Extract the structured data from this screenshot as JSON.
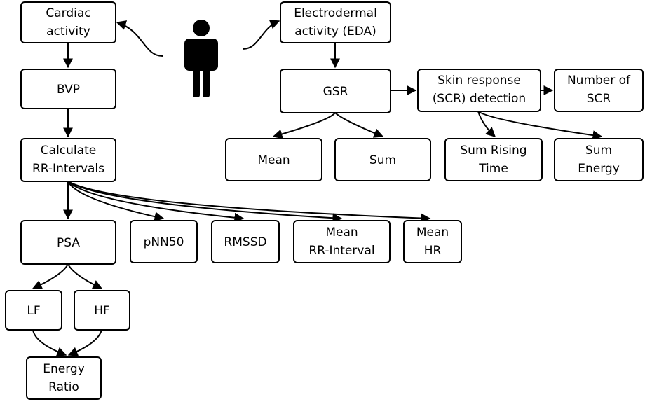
{
  "nodes": {
    "cardiac": {
      "lines": [
        "Cardiac",
        "activity"
      ]
    },
    "eda": {
      "lines": [
        "Electrodermal",
        "activity (EDA)"
      ]
    },
    "bvp": {
      "lines": [
        "BVP"
      ]
    },
    "gsr": {
      "lines": [
        "GSR"
      ]
    },
    "scr_detect": {
      "lines": [
        "Skin response",
        "(SCR) detection"
      ]
    },
    "num_scr": {
      "lines": [
        "Number of",
        "SCR"
      ]
    },
    "rr": {
      "lines": [
        "Calculate",
        "RR-Intervals"
      ]
    },
    "mean": {
      "lines": [
        "Mean"
      ]
    },
    "sum": {
      "lines": [
        "Sum"
      ]
    },
    "sum_rising": {
      "lines": [
        "Sum Rising",
        "Time"
      ]
    },
    "sum_energy": {
      "lines": [
        "Sum",
        "Energy"
      ]
    },
    "psa": {
      "lines": [
        "PSA"
      ]
    },
    "pnn50": {
      "lines": [
        "pNN50"
      ]
    },
    "rmssd": {
      "lines": [
        "RMSSD"
      ]
    },
    "mean_rr": {
      "lines": [
        "Mean",
        "RR-Interval"
      ]
    },
    "mean_hr": {
      "lines": [
        "Mean",
        "HR"
      ]
    },
    "lf": {
      "lines": [
        "LF"
      ]
    },
    "hf": {
      "lines": [
        "HF"
      ]
    },
    "energy": {
      "lines": [
        "Energy",
        "Ratio"
      ]
    }
  },
  "edges": [
    [
      "cardiac",
      "bvp"
    ],
    [
      "bvp",
      "rr"
    ],
    [
      "eda",
      "gsr"
    ],
    [
      "gsr",
      "scr_detect"
    ],
    [
      "scr_detect",
      "num_scr"
    ],
    [
      "gsr",
      "mean"
    ],
    [
      "gsr",
      "sum"
    ],
    [
      "scr_detect",
      "sum_rising"
    ],
    [
      "scr_detect",
      "sum_energy"
    ],
    [
      "rr",
      "psa"
    ],
    [
      "rr",
      "pnn50"
    ],
    [
      "rr",
      "rmssd"
    ],
    [
      "rr",
      "mean_rr"
    ],
    [
      "rr",
      "mean_hr"
    ],
    [
      "psa",
      "lf"
    ],
    [
      "psa",
      "hf"
    ],
    [
      "lf",
      "energy"
    ],
    [
      "hf",
      "energy"
    ]
  ],
  "colors": {
    "stroke": "#000000",
    "fill": "#ffffff",
    "text": "#000000"
  },
  "icon": "person-icon"
}
